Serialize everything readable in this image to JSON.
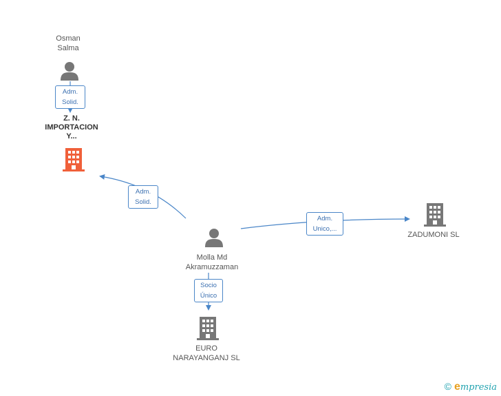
{
  "people": {
    "osman": {
      "line1": "Osman",
      "line2": "Salma"
    },
    "molla": {
      "line1": "Molla Md",
      "line2": "Akramuzzaman"
    }
  },
  "companies": {
    "zn": {
      "line1": "Z. N.",
      "line2": "IMPORTACION",
      "line3": "Y...",
      "color": "#f0603a"
    },
    "zadumoni": {
      "line1": "ZADUMONI SL",
      "color": "#777777"
    },
    "euro": {
      "line1": "EURO",
      "line2": "NARAYANGANJ SL",
      "color": "#777777"
    }
  },
  "edges": {
    "osman_zn": {
      "line1": "Adm.",
      "line2": "Solid."
    },
    "molla_zn": {
      "line1": "Adm.",
      "line2": "Solid."
    },
    "molla_zadumoni": {
      "line1": "Adm.",
      "line2": "Unico,..."
    },
    "molla_euro": {
      "line1": "Socio",
      "line2": "Único"
    }
  },
  "colors": {
    "edge": "#4a86c8",
    "person": "#777777",
    "accent": "#f0603a"
  },
  "footer": {
    "copyright": "©",
    "brand_initial": "e",
    "brand_rest": "mpresia"
  }
}
